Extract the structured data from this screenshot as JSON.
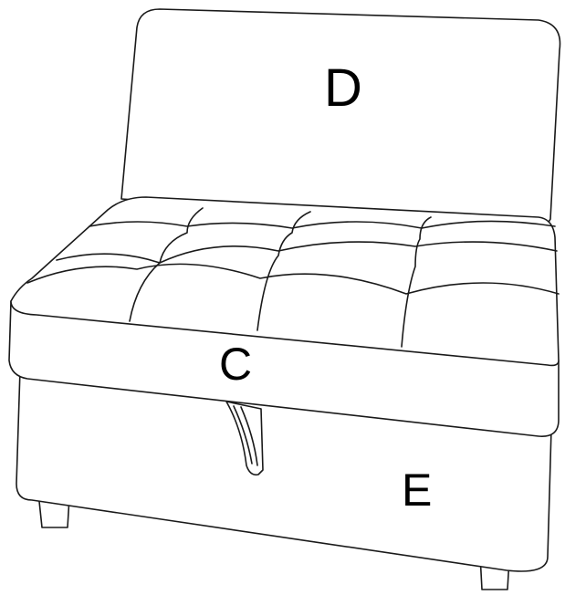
{
  "labels": {
    "backrest": "D",
    "seat_cushion": "C",
    "storage_base": "E"
  }
}
